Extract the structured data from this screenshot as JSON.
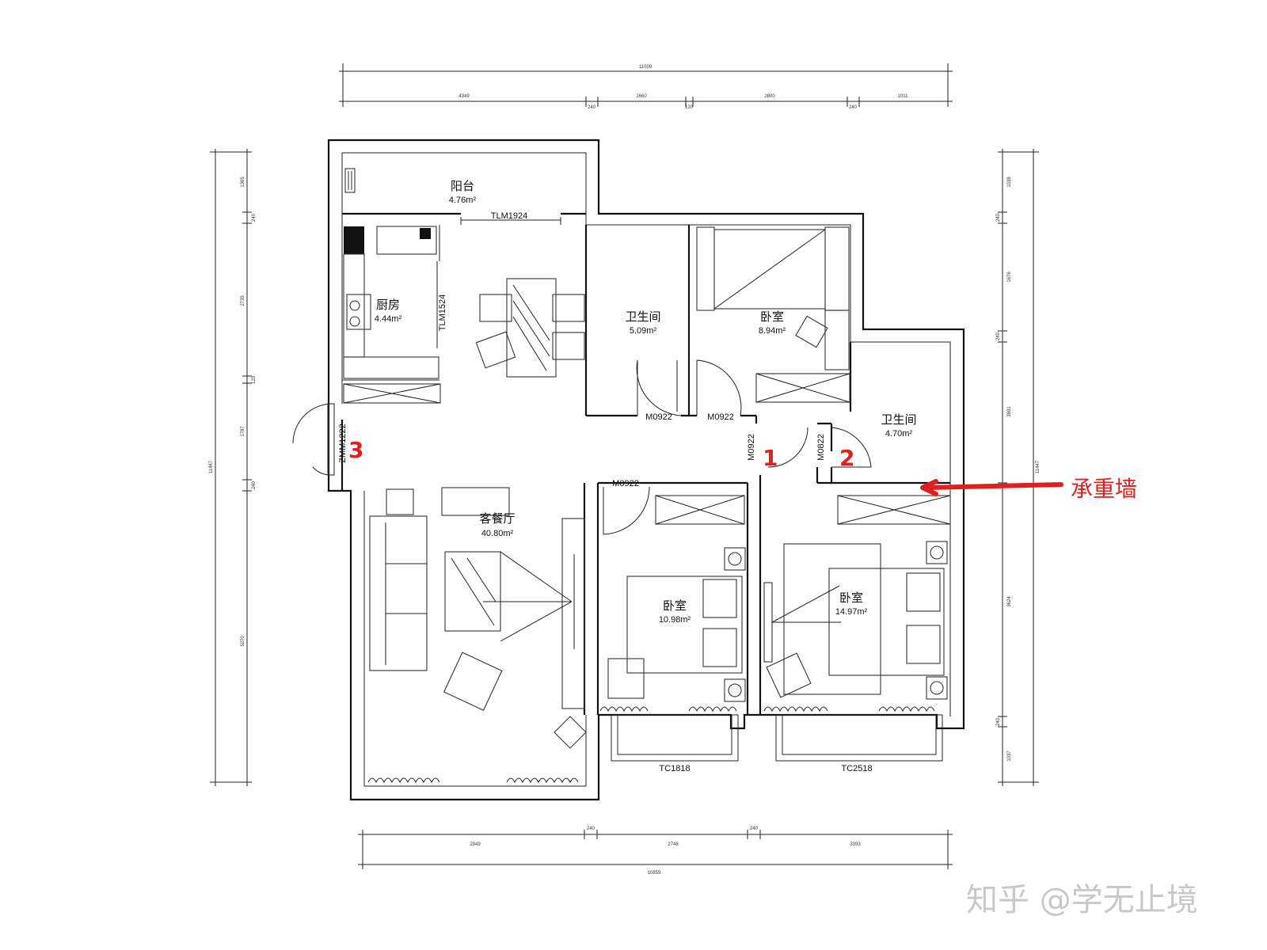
{
  "rooms": {
    "balcony": {
      "name": "阳台",
      "area": "4.76m²"
    },
    "kitchen": {
      "name": "厨房",
      "area": "4.44m²"
    },
    "bath_north": {
      "name": "卫生间",
      "area": "5.09m²"
    },
    "bedroom_north": {
      "name": "卧室",
      "area": "8.94m²"
    },
    "bath_east": {
      "name": "卫生间",
      "area": "4.70m²"
    },
    "living": {
      "name": "客餐厅",
      "area": "40.80m²"
    },
    "bedroom_mid": {
      "name": "卧室",
      "area": "10.98m²"
    },
    "bedroom_master": {
      "name": "卧室",
      "area": "14.97m²"
    }
  },
  "openings": {
    "balcony_door": "TLM1924",
    "kitchen_door": "TLM1524",
    "entry_door": "ZMM1222",
    "door_bath_north": "M0922",
    "door_bed_north": "M0922",
    "door_1": "M0922",
    "door_2": "M0822",
    "door_bed_mid": "M0922",
    "window_mid": "TC1818",
    "window_master": "TC2518"
  },
  "dims": {
    "top_total": "11009",
    "top_segs": [
      "4349",
      "240",
      "1660",
      "120",
      "2800",
      "240",
      "1011"
    ],
    "bottom_total": "10859",
    "bottom_segs": [
      "2949",
      "240",
      "2748",
      "240",
      "3393"
    ],
    "left_total": "11447",
    "left_segs": [
      "1365",
      "240",
      "2735",
      "120",
      "1787",
      "240",
      "5270"
    ],
    "right_total": "11447",
    "right_segs": [
      "1038",
      "240",
      "1676",
      "240",
      "3591",
      "3624",
      "240",
      "1037"
    ]
  },
  "annotations": {
    "mark_1": "1",
    "mark_2": "2",
    "mark_3": "3",
    "load_bearing_wall": "承重墙"
  },
  "watermark": "知乎 @学无止境",
  "colors": {
    "annotation": "#e02020",
    "line": "#111111",
    "watermark": "#c8c8c8"
  }
}
